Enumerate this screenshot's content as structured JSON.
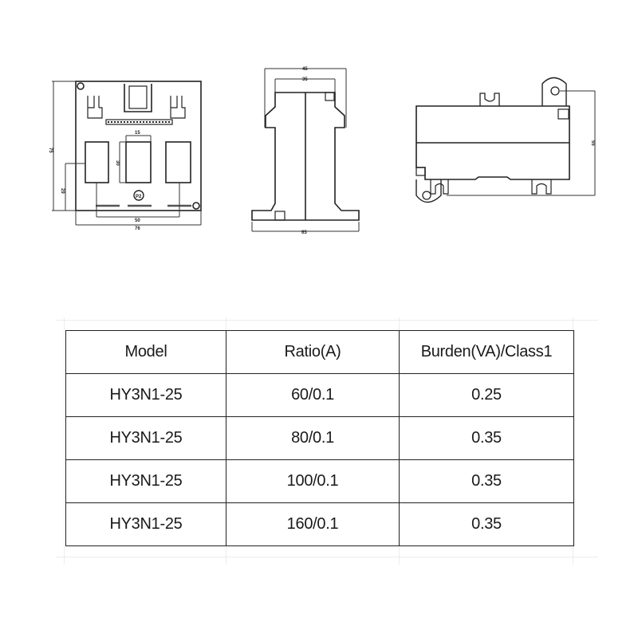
{
  "drawings": {
    "front_view": {
      "dimensions": {
        "height_overall": "75",
        "height_window_offset": "29",
        "window_width": "15",
        "window_height": "30",
        "pitch": "50",
        "width_overall": "76"
      },
      "label": "P2"
    },
    "side_view": {
      "dimensions": {
        "top_outer": "45",
        "top_inner": "35",
        "base_width": "65"
      }
    },
    "top_view": {
      "dimensions": {
        "mount_hole_pitch": "55"
      }
    }
  },
  "table": {
    "headers": [
      "Model",
      "Ratio(A)",
      "Burden(VA)/Class1"
    ],
    "rows": [
      {
        "model": "HY3N1-25",
        "ratio": "60/0.1",
        "burden": "0.25"
      },
      {
        "model": "HY3N1-25",
        "ratio": "80/0.1",
        "burden": "0.35"
      },
      {
        "model": "HY3N1-25",
        "ratio": "100/0.1",
        "burden": "0.35"
      },
      {
        "model": "HY3N1-25",
        "ratio": "160/0.1",
        "burden": "0.35"
      }
    ]
  }
}
